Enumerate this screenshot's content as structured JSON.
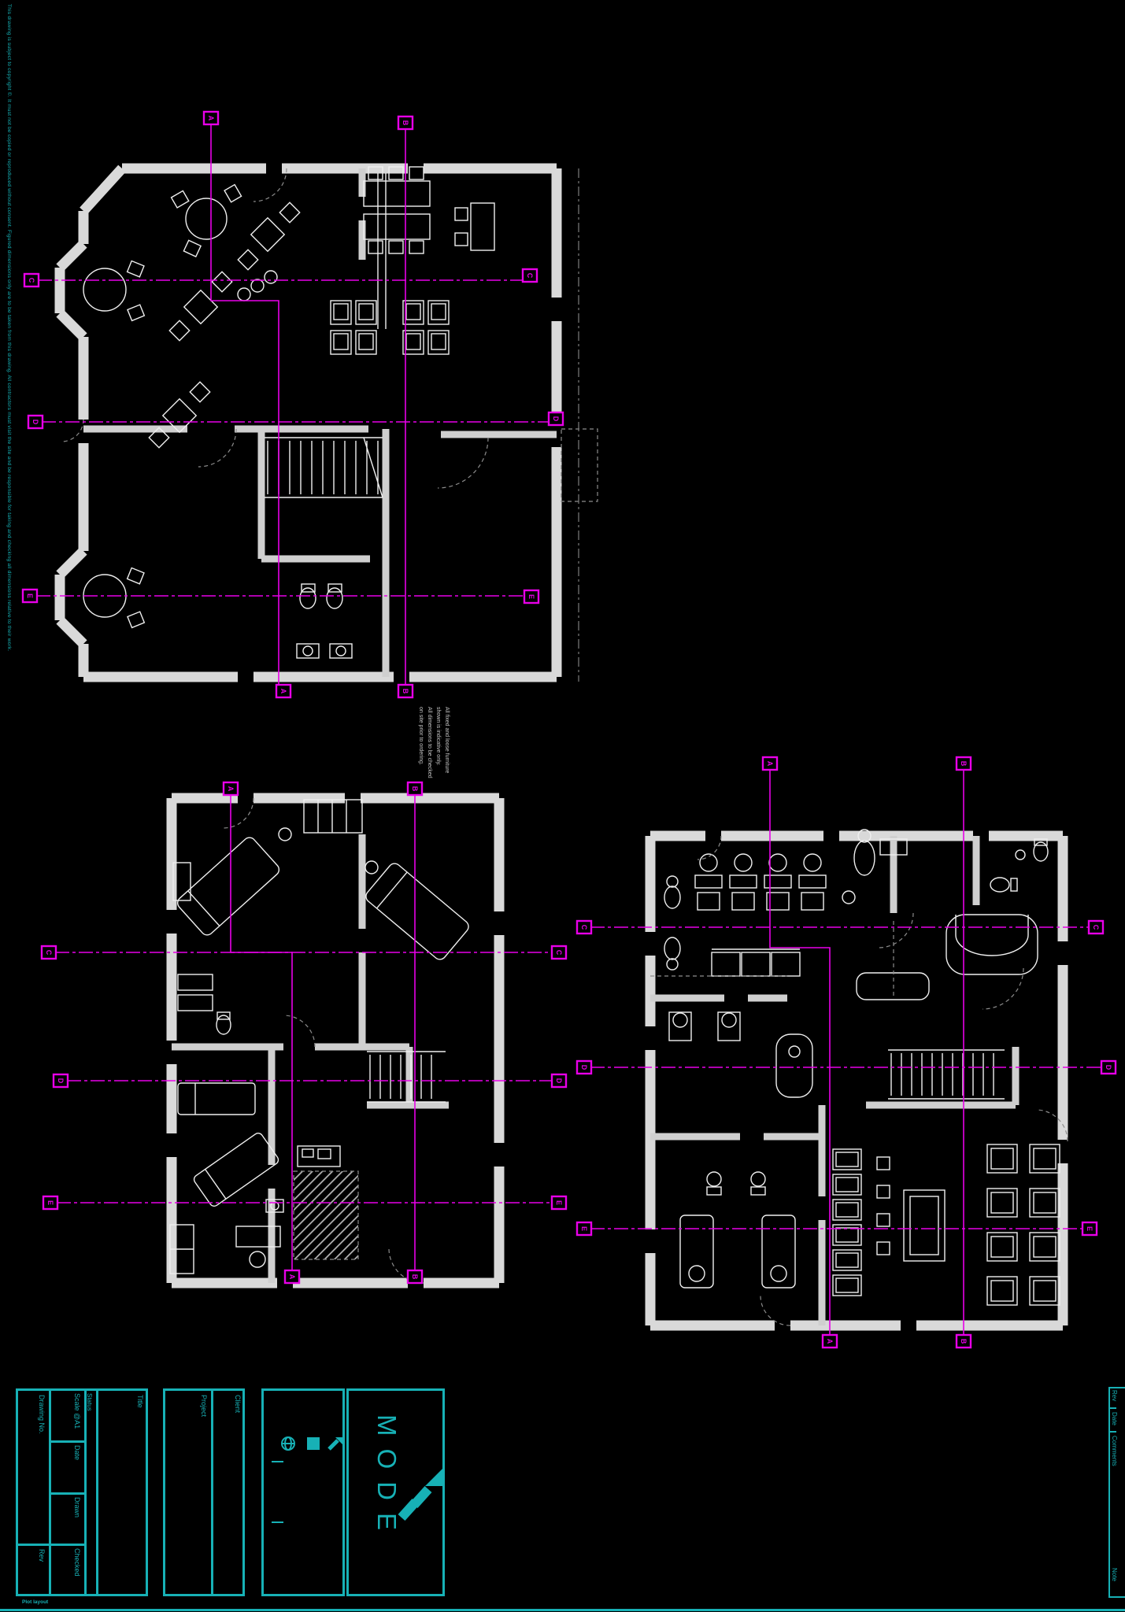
{
  "colors": {
    "background": "#000000",
    "accent_cyan": "#17B1B6",
    "grid_magenta": "#E800E8",
    "wall_gray": "#D9D9D9",
    "furniture_white": "#EFEFEF",
    "dashed_gray": "#8C8C8C"
  },
  "notes": {
    "copyright": "This drawing is subject to copyright ©. It must not be copied or reproduced without consent. Figured dimensions only are to be taken from this drawing. All contractors must visit the site and be responsible for taking and checking all dimensions relative to their work.",
    "plan_note_lines": [
      "All fixed and loose furniture",
      "shown is indicative only.",
      "All dimensions to be checked",
      "on site prior to ordering."
    ],
    "footer": "Plot layout"
  },
  "revision_strip": {
    "rev": "Rev",
    "date": "Date",
    "comments": "Comments",
    "note": "Note"
  },
  "title_block": {
    "drawing_no": "Drawing No.",
    "rev": "Rev",
    "scale": "Scale @A1",
    "date": "Date",
    "drawn": "Drawn",
    "checked": "Checked",
    "status": "Status",
    "title": "Title",
    "project": "Project",
    "client": "Client",
    "logo": "MODE"
  },
  "grid": {
    "a": "A",
    "b": "B",
    "c": "C",
    "d": "D",
    "e": "E"
  },
  "plans": [
    {
      "name": "ground-floor-plan"
    },
    {
      "name": "first-floor-plan"
    },
    {
      "name": "second-floor-plan"
    }
  ]
}
